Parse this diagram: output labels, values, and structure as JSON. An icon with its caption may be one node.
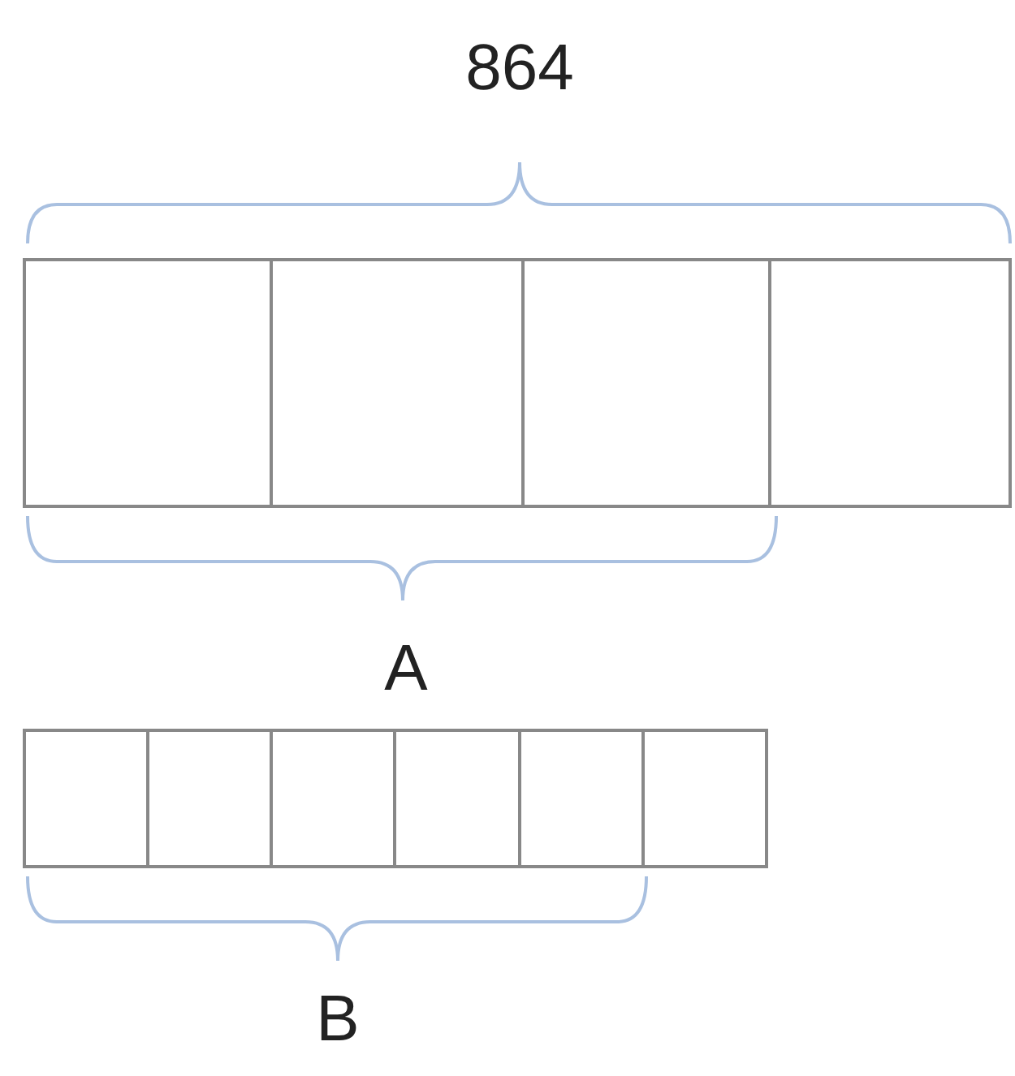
{
  "diagram": {
    "labels": [
      "864",
      "A",
      "B"
    ]
  }
}
